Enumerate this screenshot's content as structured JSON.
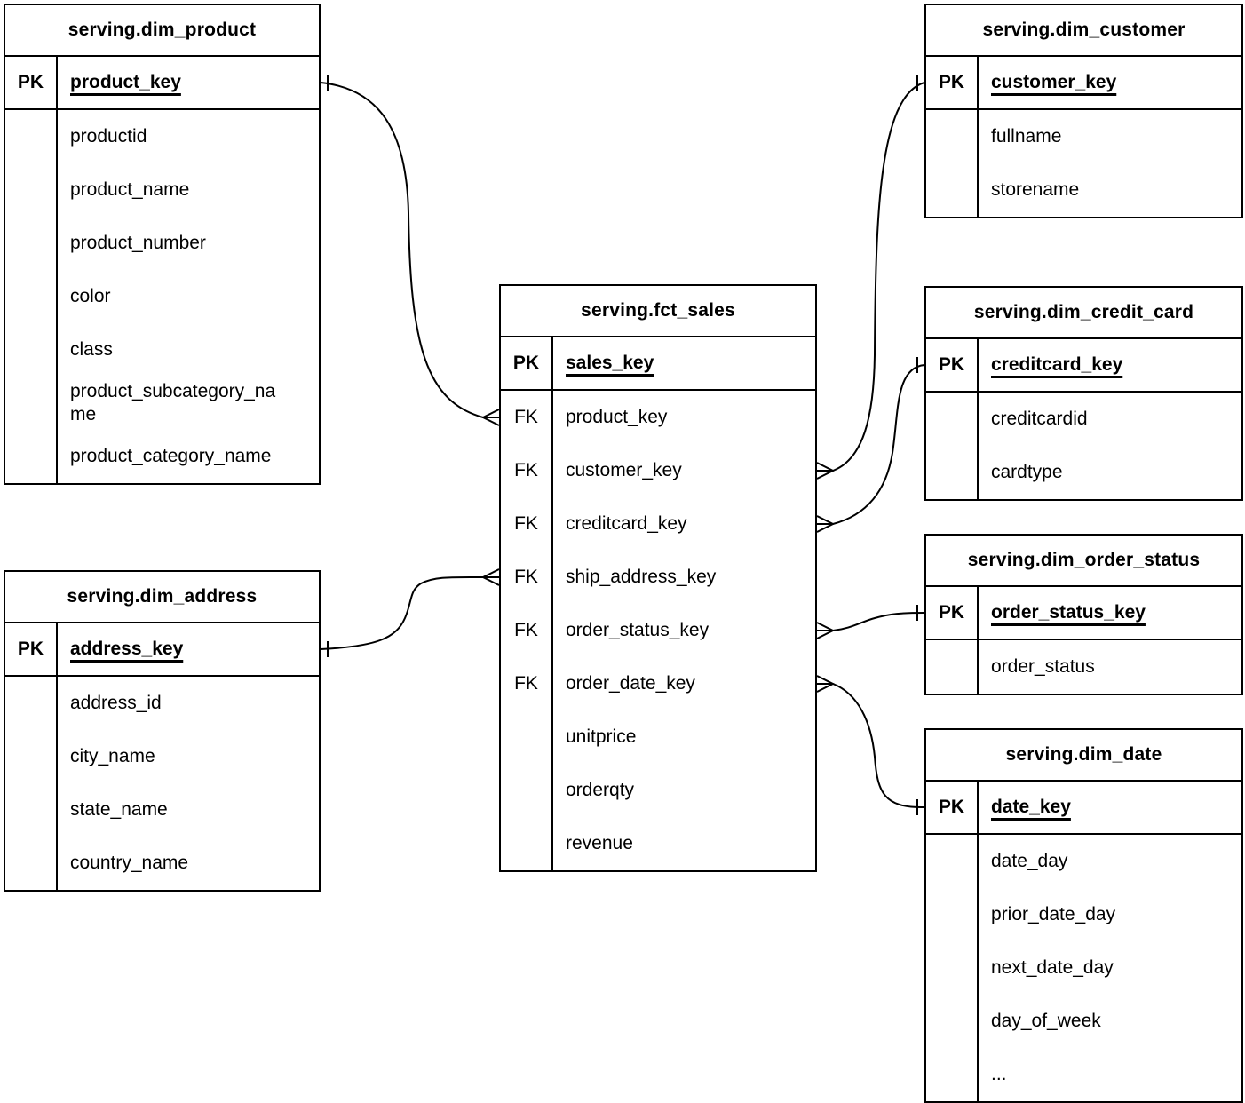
{
  "colors": {
    "background": "#ffffff",
    "line": "#000000",
    "text": "#000000"
  },
  "tables": {
    "dim_product": {
      "title": "serving.dim_product",
      "pk_label": "PK",
      "pk_name": "product_key",
      "fields": [
        "productid",
        "product_name",
        "product_number",
        "color",
        "class",
        "product_subcategory_name",
        "product_category_name"
      ]
    },
    "dim_address": {
      "title": "serving.dim_address",
      "pk_label": "PK",
      "pk_name": "address_key",
      "fields": [
        "address_id",
        "city_name",
        "state_name",
        "country_name"
      ]
    },
    "fct_sales": {
      "title": "serving.fct_sales",
      "pk_label": "PK",
      "pk_name": "sales_key",
      "fks": [
        {
          "label": "FK",
          "name": "product_key"
        },
        {
          "label": "FK",
          "name": "customer_key"
        },
        {
          "label": "FK",
          "name": "creditcard_key"
        },
        {
          "label": "FK",
          "name": "ship_address_key"
        },
        {
          "label": "FK",
          "name": "order_status_key"
        },
        {
          "label": "FK",
          "name": "order_date_key"
        }
      ],
      "fields": [
        "unitprice",
        "orderqty",
        "revenue"
      ]
    },
    "dim_customer": {
      "title": "serving.dim_customer",
      "pk_label": "PK",
      "pk_name": "customer_key",
      "fields": [
        "fullname",
        "storename"
      ]
    },
    "dim_credit_card": {
      "title": "serving.dim_credit_card",
      "pk_label": "PK",
      "pk_name": "creditcard_key",
      "fields": [
        "creditcardid",
        "cardtype"
      ]
    },
    "dim_order_status": {
      "title": "serving.dim_order_status",
      "pk_label": "PK",
      "pk_name": "order_status_key",
      "fields": [
        "order_status"
      ]
    },
    "dim_date": {
      "title": "serving.dim_date",
      "pk_label": "PK",
      "pk_name": "date_key",
      "fields": [
        "date_day",
        "prior_date_day",
        "next_date_day",
        "day_of_week",
        "..."
      ]
    }
  },
  "relations": [
    {
      "from": "serving.fct_sales.product_key",
      "to": "serving.dim_product.product_key",
      "from_cardinality": "many",
      "to_cardinality": "one"
    },
    {
      "from": "serving.fct_sales.customer_key",
      "to": "serving.dim_customer.customer_key",
      "from_cardinality": "many",
      "to_cardinality": "one"
    },
    {
      "from": "serving.fct_sales.creditcard_key",
      "to": "serving.dim_credit_card.creditcard_key",
      "from_cardinality": "many",
      "to_cardinality": "one"
    },
    {
      "from": "serving.fct_sales.ship_address_key",
      "to": "serving.dim_address.address_key",
      "from_cardinality": "many",
      "to_cardinality": "one"
    },
    {
      "from": "serving.fct_sales.order_status_key",
      "to": "serving.dim_order_status.order_status_key",
      "from_cardinality": "many",
      "to_cardinality": "one"
    },
    {
      "from": "serving.fct_sales.order_date_key",
      "to": "serving.dim_date.date_key",
      "from_cardinality": "many",
      "to_cardinality": "one"
    }
  ]
}
